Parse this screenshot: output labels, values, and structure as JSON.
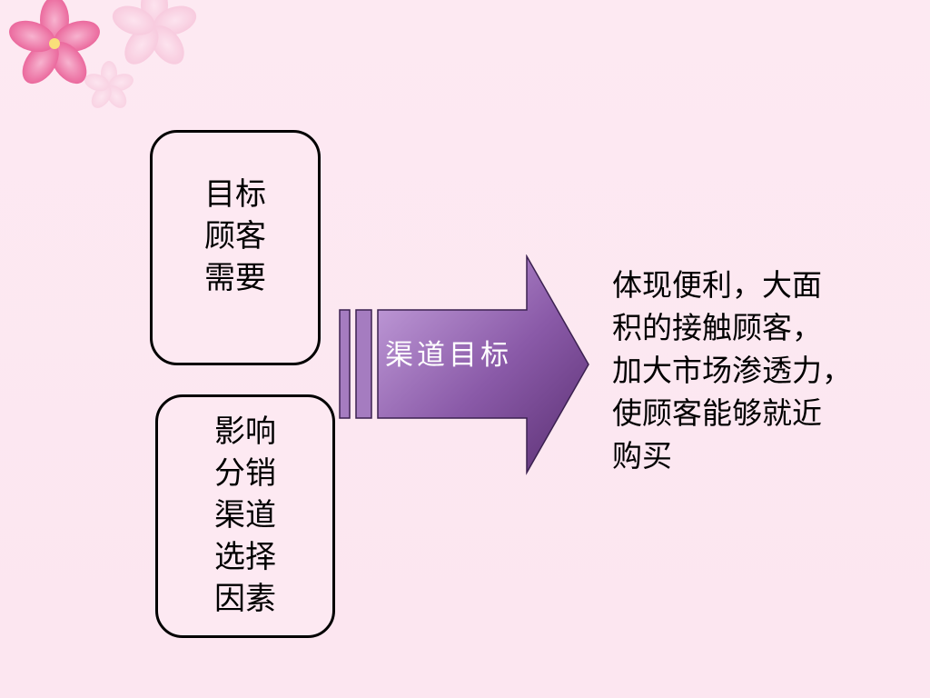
{
  "slide": {
    "box_top": {
      "text": "目标\n顾客\n需要"
    },
    "box_bottom": {
      "text": "影响\n分销\n渠道\n选择\n因素"
    },
    "arrow": {
      "label": "渠道目标"
    },
    "description": {
      "text": "体现便利，大面\n积的接触顾客，\n加大市场渗透力，\n使顾客能够就近\n购买"
    }
  },
  "colors": {
    "background": "#fce8f1",
    "arrow_fill_light": "#c9a6e0",
    "arrow_fill_dark": "#5a2f72",
    "box_border": "#000000"
  }
}
